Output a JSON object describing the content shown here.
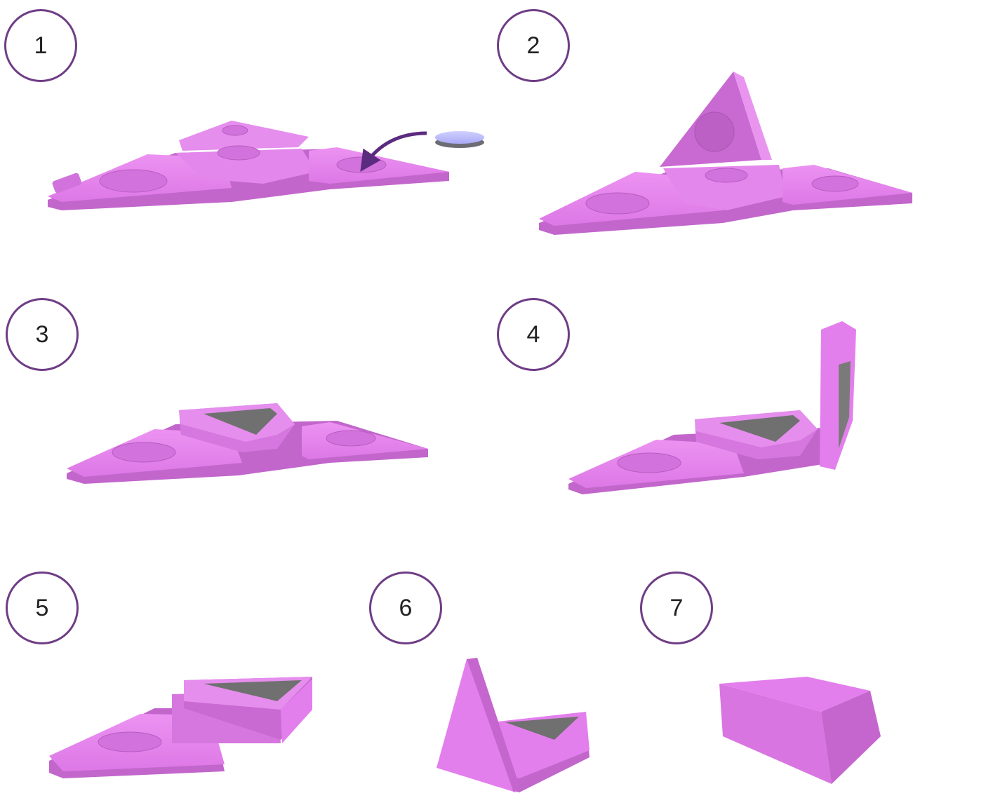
{
  "steps": [
    {
      "number": "1"
    },
    {
      "number": "2"
    },
    {
      "number": "3"
    },
    {
      "number": "4"
    },
    {
      "number": "5"
    },
    {
      "number": "6"
    },
    {
      "number": "7"
    }
  ],
  "colors": {
    "badge_border": "#6f3d86",
    "plastic": "#e17fe9",
    "plastic_dark": "#c566cf",
    "plastic_shadow": "#b457be",
    "mirror": "#707070",
    "magnet": "#b7b7ff",
    "arrow": "#5b2b80"
  }
}
